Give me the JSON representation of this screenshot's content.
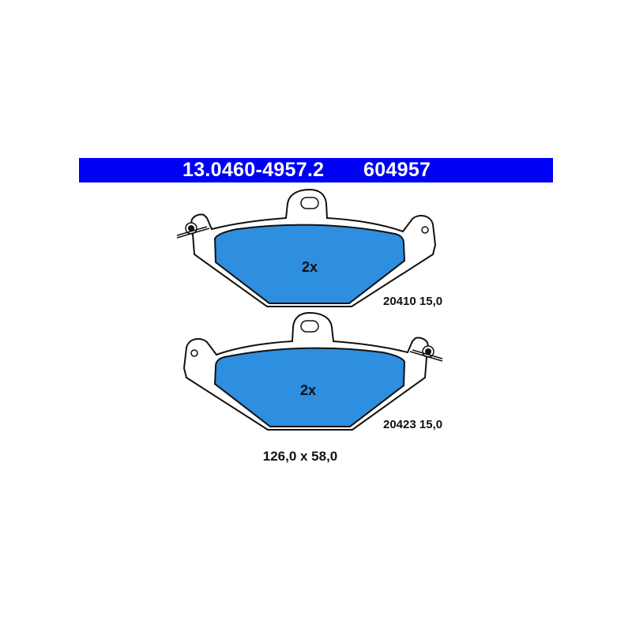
{
  "header": {
    "part_number": "13.0460-4957.2",
    "article_number": "604957"
  },
  "pads": [
    {
      "quantity": "2x",
      "reference": "20410 15,0"
    },
    {
      "quantity": "2x",
      "reference": "20423 15,0"
    }
  ],
  "dimensions": "126,0 x 58,0",
  "colors": {
    "band": "#0000f5",
    "friction": "#2e8ee0",
    "outline": "#111111"
  }
}
